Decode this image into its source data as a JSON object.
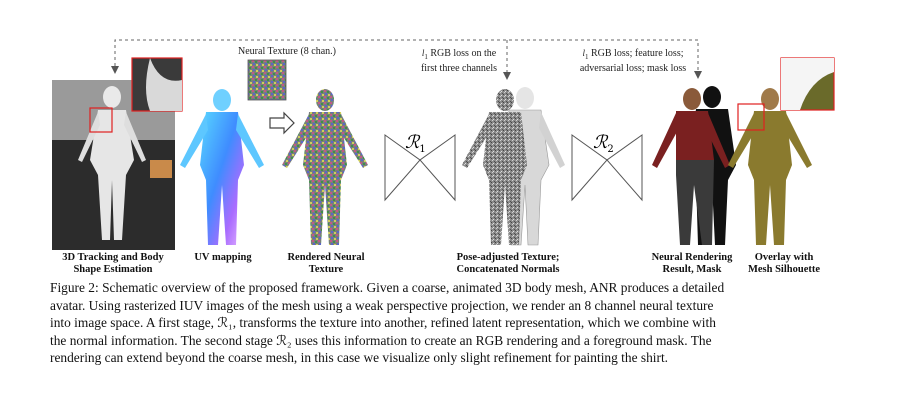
{
  "figure": {
    "labels": {
      "tracking": [
        "3D Tracking and Body",
        "Shape Estimation"
      ],
      "uv": [
        "UV mapping"
      ],
      "rendered": [
        "Rendered Neural",
        "Texture"
      ],
      "pose": [
        "Pose-adjusted Texture;",
        "Concatenated Normals"
      ],
      "neural_render": [
        "Neural Rendering",
        "Result, Mask"
      ],
      "overlay": [
        "Overlay with",
        "Mesh Silhouette"
      ]
    },
    "neural_texture_label": "Neural Texture (8 chan.)",
    "loss1": [
      "RGB loss on the",
      "first three channels"
    ],
    "loss2": [
      "RGB loss; feature loss;",
      "adversarial loss; mask loss"
    ],
    "loss_symbol": "l",
    "loss_subscript": "1",
    "stage1": {
      "symbol": "R",
      "sub": "1"
    },
    "stage2": {
      "symbol": "R",
      "sub": "2"
    }
  },
  "caption": {
    "lines": [
      "Figure 2: Schematic overview of the proposed framework. Given a coarse, animated 3D body mesh, ANR produces a detailed",
      "avatar. Using rasterized IUV images of the mesh using a weak perspective projection, we render an 8 channel neural texture",
      "into image space. A first stage, ℛ₁, transforms the texture into another, refined latent representation, which we combine with",
      "the normal information. The second stage ℛ₂ uses this information to create an RGB rendering and a foreground mask. The",
      "rendering can extend beyond the coarse mesh, in this case we visualize only slight refinement for painting the shirt."
    ]
  }
}
